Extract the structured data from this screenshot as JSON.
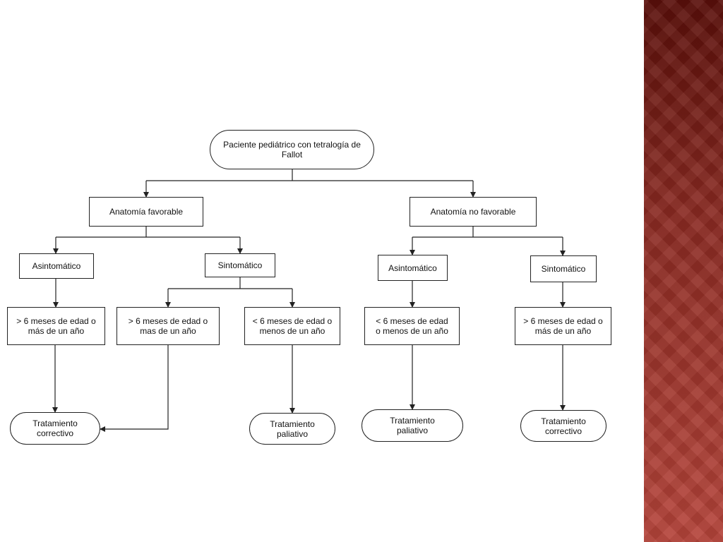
{
  "diagram": {
    "root": "Paciente pediátrico con tetralogía de\nFallot",
    "left_branch": {
      "label": "Anatomía favorable",
      "asintomatico": {
        "label": "Asintomático",
        "condition": "> 6 meses de edad o\nmás de un año",
        "treatment": "Tratamiento\ncorrectivo"
      },
      "sintomatico": {
        "label": "Sintomático",
        "condition_a": "> 6 meses de edad o\nmas de un año",
        "condition_b": "< 6 meses de edad o\nmenos de un año",
        "treatment_b": "Tratamiento\npaliativo"
      }
    },
    "right_branch": {
      "label": "Anatomía no  favorable",
      "asintomatico": {
        "label": "Asintomático",
        "condition": "< 6 meses de edad\no menos de un año",
        "treatment": "Tratamiento\npaliativo"
      },
      "sintomatico": {
        "label": "Sintomático",
        "condition": "> 6 meses de edad o\nmás de un año",
        "treatment": "Tratamiento\ncorrectivo"
      }
    }
  },
  "colors": {
    "line": "#222222",
    "band_top": "#5a0f0a",
    "band_bottom": "#b5443a"
  }
}
